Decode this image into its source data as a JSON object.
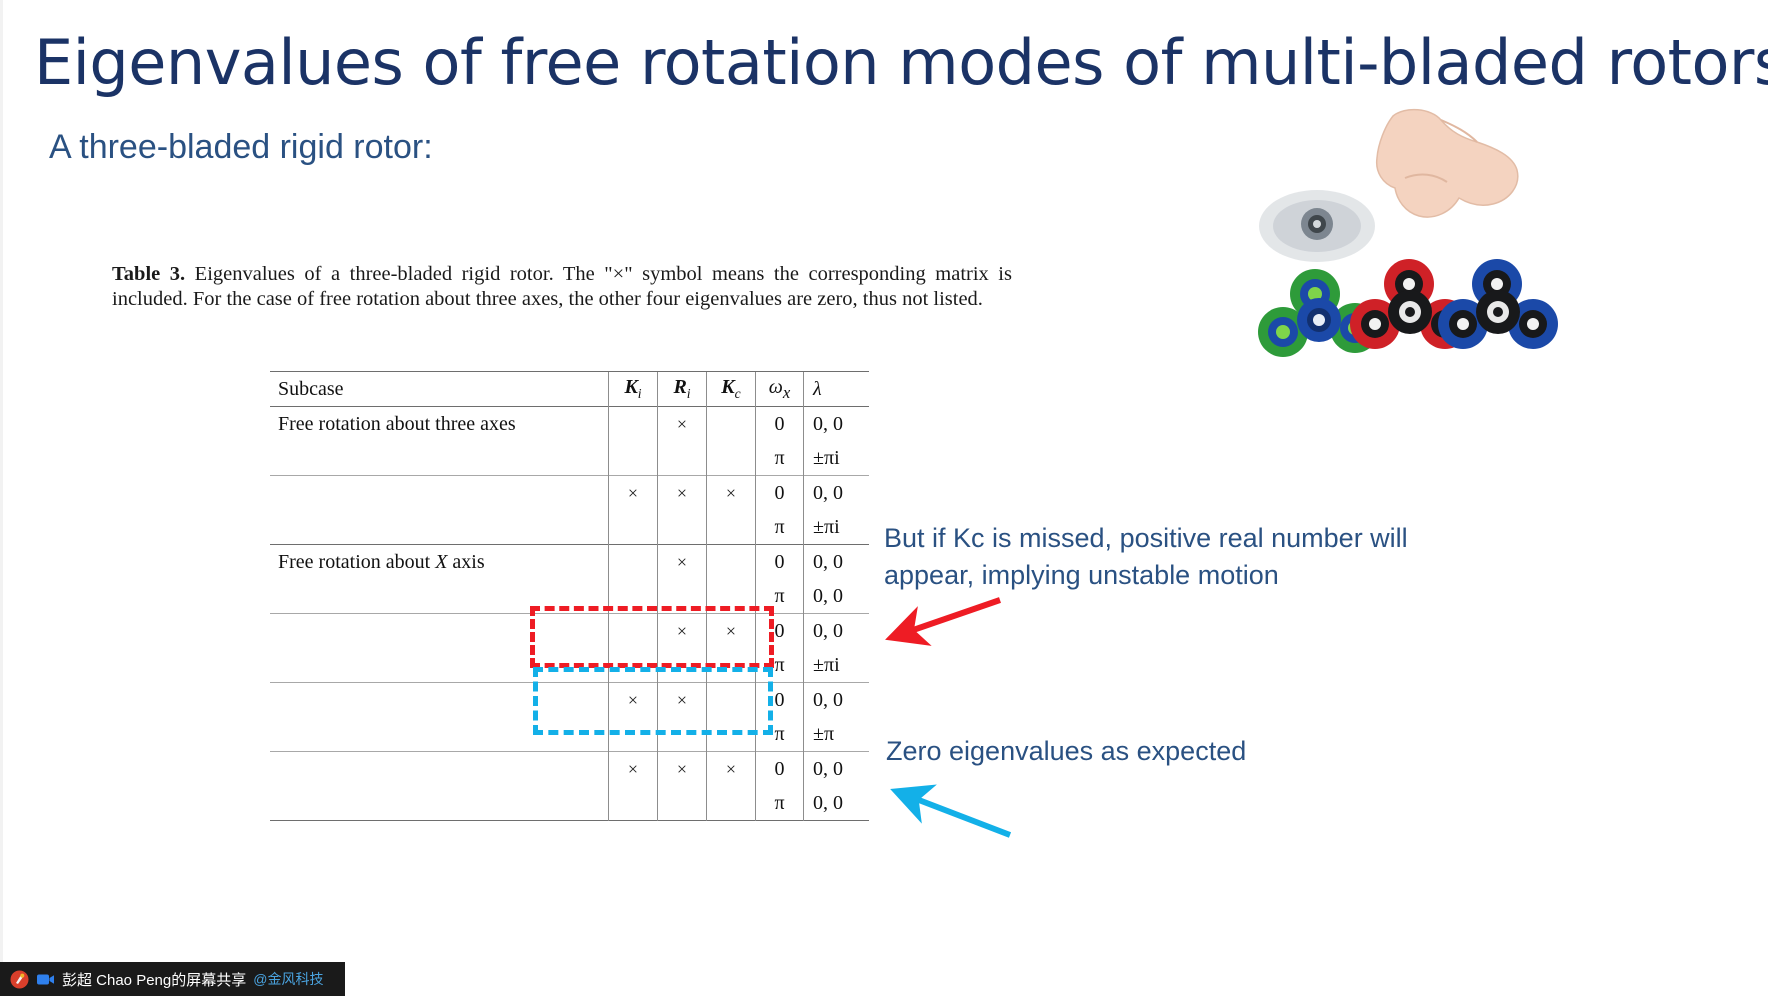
{
  "slide": {
    "title": "Eigenvalues of free rotation modes of multi-bladed rotors",
    "subtitle": "A three-bladed rigid rotor:",
    "title_color": "#1b3366",
    "subtitle_color": "#2a5182"
  },
  "caption": {
    "label": "Table 3.",
    "text": " Eigenvalues of a three-bladed rigid rotor. The \"×\" symbol means the corresponding matrix is included. For the case of free rotation about three axes, the other four eigenvalues are zero, thus not listed."
  },
  "table": {
    "headers": [
      "Subcase",
      "K",
      "R",
      "K",
      "ω",
      "λ"
    ],
    "header_display": [
      {
        "base": "Subcase",
        "sub": ""
      },
      {
        "base": "K",
        "sub": "i"
      },
      {
        "base": "R",
        "sub": "i"
      },
      {
        "base": "K",
        "sub": "c"
      },
      {
        "base": "ω",
        "sub": "x"
      },
      {
        "base": "λ",
        "sub": ""
      }
    ],
    "x_symbol": "×",
    "groups": [
      {
        "subcase": "Free rotation about three axes",
        "rows": [
          {
            "Ki": "",
            "Ri": "×",
            "Kc": "",
            "omega": "0",
            "lambda": "0, 0",
            "first": true
          },
          {
            "Ki": "",
            "Ri": "",
            "Kc": "",
            "omega": "π",
            "lambda": "±πi",
            "first": false
          },
          {
            "Ki": "×",
            "Ri": "×",
            "Kc": "×",
            "omega": "0",
            "lambda": "0, 0",
            "first": true
          },
          {
            "Ki": "",
            "Ri": "",
            "Kc": "",
            "omega": "π",
            "lambda": "±πi",
            "first": false
          }
        ]
      },
      {
        "subcase": "Free rotation about X axis",
        "rows": [
          {
            "Ki": "",
            "Ri": "×",
            "Kc": "",
            "omega": "0",
            "lambda": "0, 0",
            "first": true
          },
          {
            "Ki": "",
            "Ri": "",
            "Kc": "",
            "omega": "π",
            "lambda": "0, 0",
            "first": false
          },
          {
            "Ki": "",
            "Ri": "×",
            "Kc": "×",
            "omega": "0",
            "lambda": "0, 0",
            "first": true
          },
          {
            "Ki": "",
            "Ri": "",
            "Kc": "",
            "omega": "π",
            "lambda": "±πi",
            "first": false
          },
          {
            "Ki": "×",
            "Ri": "×",
            "Kc": "",
            "omega": "0",
            "lambda": "0, 0",
            "first": true
          },
          {
            "Ki": "",
            "Ri": "",
            "Kc": "",
            "omega": "π",
            "lambda": "±π",
            "first": false
          },
          {
            "Ki": "×",
            "Ri": "×",
            "Kc": "×",
            "omega": "0",
            "lambda": "0, 0",
            "first": true
          },
          {
            "Ki": "",
            "Ri": "",
            "Kc": "",
            "omega": "π",
            "lambda": "0, 0",
            "first": false
          }
        ]
      }
    ]
  },
  "annotations": {
    "red": {
      "text": "But if Kc is missed, positive real number will appear, implying unstable motion",
      "color": "#ee1c24",
      "text_color": "#2a5182"
    },
    "blue": {
      "text": "Zero eigenvalues as expected",
      "color": "#13b0e8",
      "text_color": "#2a5182"
    }
  },
  "taskbar": {
    "share_label": "彭超 Chao Peng的屏幕共享",
    "share_sub": "@金风科技",
    "icons": [
      "screen-share-icon",
      "camera-icon"
    ]
  }
}
